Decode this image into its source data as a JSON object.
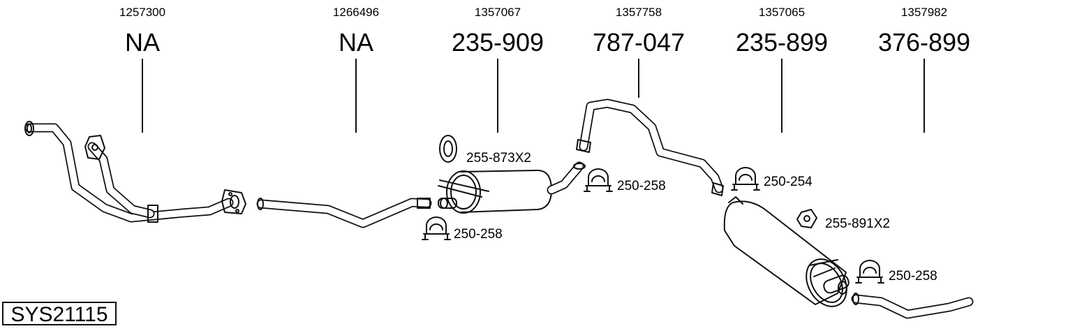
{
  "system_code": "SYS21115",
  "columns": [
    {
      "ref": "1257300",
      "part_no": "NA"
    },
    {
      "ref": "1266496",
      "part_no": "NA"
    },
    {
      "ref": "1357067",
      "part_no": "235-909"
    },
    {
      "ref": "1357758",
      "part_no": "787-047"
    },
    {
      "ref": "1357065",
      "part_no": "235-899"
    },
    {
      "ref": "1357982",
      "part_no": "376-899"
    }
  ],
  "accessories": [
    {
      "label": "255-873X2",
      "kind": "rubber-ring"
    },
    {
      "label": "250-258",
      "kind": "clamp"
    },
    {
      "label": "250-258",
      "kind": "clamp"
    },
    {
      "label": "250-254",
      "kind": "clamp"
    },
    {
      "label": "255-891X2",
      "kind": "rubber-mount"
    },
    {
      "label": "250-258",
      "kind": "clamp"
    }
  ]
}
